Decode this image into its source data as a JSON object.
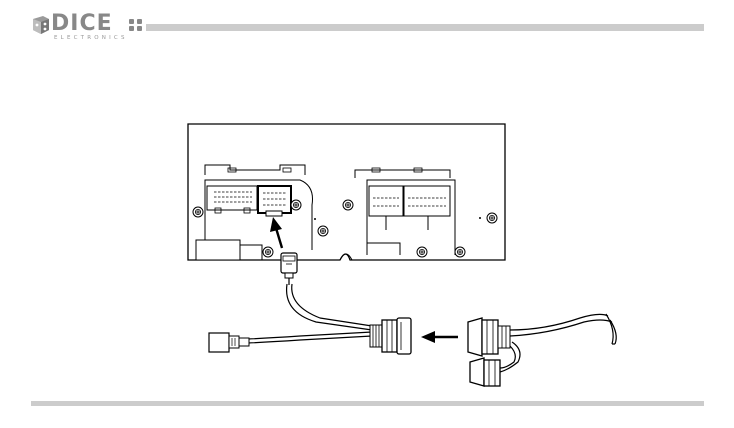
{
  "brand": {
    "name": "DICE",
    "tagline": "ELECTRONICS",
    "bar_color": "#cccccc",
    "logo_color": "#888888"
  },
  "diagram": {
    "icons": [
      "radio-unit",
      "harness-adapter",
      "factory-connector",
      "arrow-left",
      "arrow-up"
    ]
  }
}
